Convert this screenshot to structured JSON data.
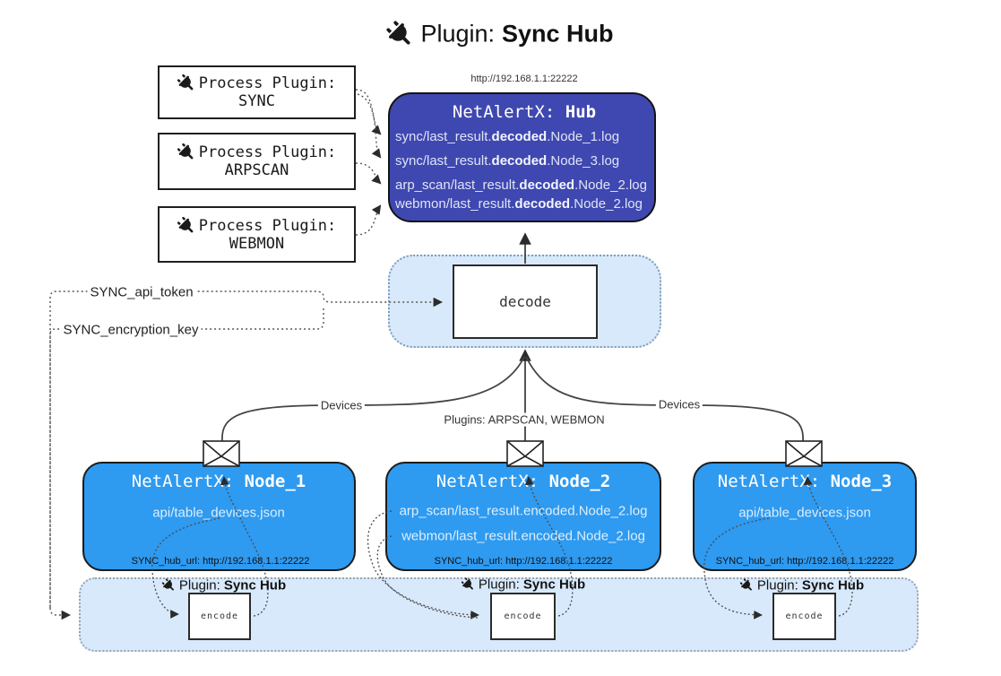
{
  "title": {
    "icon": "plug-icon",
    "prefix": "Plugin: ",
    "bold": "Sync Hub"
  },
  "hub": {
    "url_label": "http://192.168.1.1:22222",
    "title_prefix": "NetAlertX: ",
    "title_bold": "Hub",
    "lines": [
      {
        "pre": "sync/last_result.",
        "bold": "decoded",
        "post": ".Node_1.log"
      },
      {
        "pre": "sync/last_result.",
        "bold": "decoded",
        "post": ".Node_3.log"
      },
      {
        "pre": "arp_scan/last_result.",
        "bold": "decoded",
        "post": ".Node_2.log"
      },
      {
        "pre": "webmon/last_result.",
        "bold": "decoded",
        "post": ".Node_2.log"
      }
    ]
  },
  "process_plugins": [
    {
      "label": "Process Plugin:",
      "name": "SYNC"
    },
    {
      "label": "Process Plugin:",
      "name": "ARPSCAN"
    },
    {
      "label": "Process Plugin:",
      "name": "WEBMON"
    }
  ],
  "decode_label": "decode",
  "settings": {
    "api_token": "SYNC_api_token",
    "encryption_key": "SYNC_encryption_key"
  },
  "edges": {
    "devices_left": "Devices",
    "plugins_mid": "Plugins: ARPSCAN, WEBMON",
    "devices_right": "Devices"
  },
  "nodes": [
    {
      "title_prefix": "NetAlertX: ",
      "title_bold": "Node_1",
      "lines": [
        "api/table_devices.json"
      ],
      "hub_url": "SYNC_hub_url: http://192.168.1.1:22222"
    },
    {
      "title_prefix": "NetAlertX: ",
      "title_bold": "Node_2",
      "lines": [
        "arp_scan/last_result.encoded.Node_2.log",
        "webmon/last_result.encoded.Node_2.log"
      ],
      "hub_url": "SYNC_hub_url: http://192.168.1.1:22222"
    },
    {
      "title_prefix": "NetAlertX: ",
      "title_bold": "Node_3",
      "lines": [
        "api/table_devices.json"
      ],
      "hub_url": "SYNC_hub_url: http://192.168.1.1:22222"
    }
  ],
  "encode": {
    "label": "encode",
    "plugin_prefix": "Plugin: ",
    "plugin_bold": "Sync Hub"
  },
  "colors": {
    "hub_fill": "#3f48b0",
    "node_fill": "#2e9af0",
    "panel_fill": "#d8e9fb",
    "box_border": "#1a1a1a",
    "connector": "#555555"
  }
}
